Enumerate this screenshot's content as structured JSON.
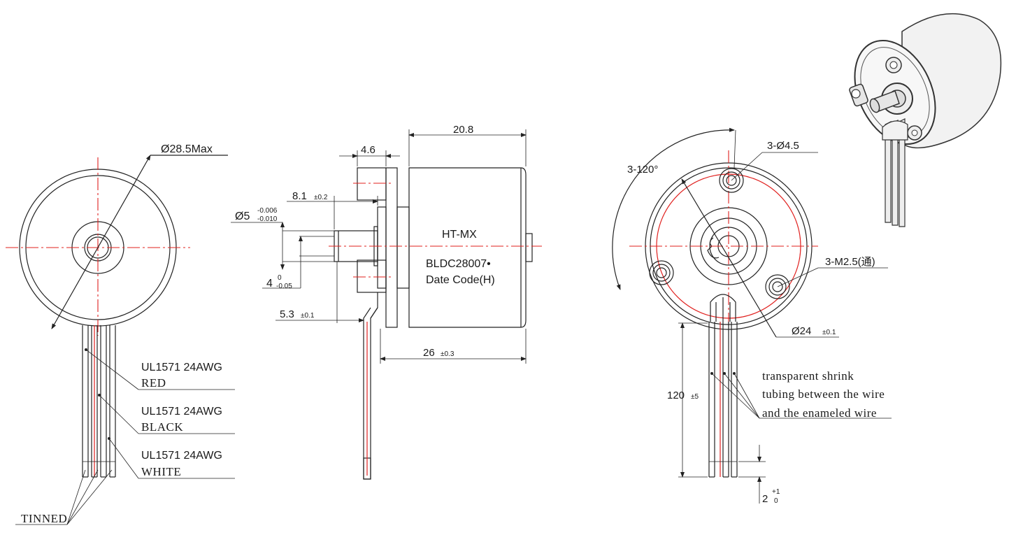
{
  "front_view": {
    "dia_label": "Ø28.5Max",
    "wires": [
      {
        "spec": "UL1571 24AWG",
        "color": "RED"
      },
      {
        "spec": "UL1571 24AWG",
        "color": "BLACK"
      },
      {
        "spec": "UL1571 24AWG",
        "color": "WHITE"
      }
    ],
    "tinned_label": "TINNED"
  },
  "side_view": {
    "dim_overall_top": "20.8",
    "dim_flange": "4.6",
    "dim_81": "8.1",
    "dim_81_tol": "±0.2",
    "dim_shaft_dia": "Ø5",
    "dim_shaft_tol_upper": "-0.006",
    "dim_shaft_tol_lower": "-0.010",
    "dim_4": "4",
    "dim_4_tol_upper": "0",
    "dim_4_tol_lower": "-0.05",
    "dim_53": "5.3",
    "dim_53_tol": "±0.1",
    "dim_26": "26",
    "dim_26_tol": "±0.3",
    "body_line1": "HT-MX",
    "body_line2": "BLDC28007•",
    "body_line3": "Date Code(H)"
  },
  "rear_view": {
    "angle_label": "3-120°",
    "holes_label": "3-Ø4.5",
    "thread_label": "3-M2.5(通)",
    "pcd_label": "Ø24",
    "pcd_tol": "±0.1",
    "len_120": "120",
    "len_120_tol": "±5",
    "strip_2": "2",
    "strip_tol_upper": "+1",
    "strip_tol_lower": "0",
    "note": [
      "transparent shrink",
      "tubing between the wire",
      "and the enameled wire"
    ]
  },
  "colors": {
    "centerline": "#e0201e",
    "outline": "#222222"
  }
}
